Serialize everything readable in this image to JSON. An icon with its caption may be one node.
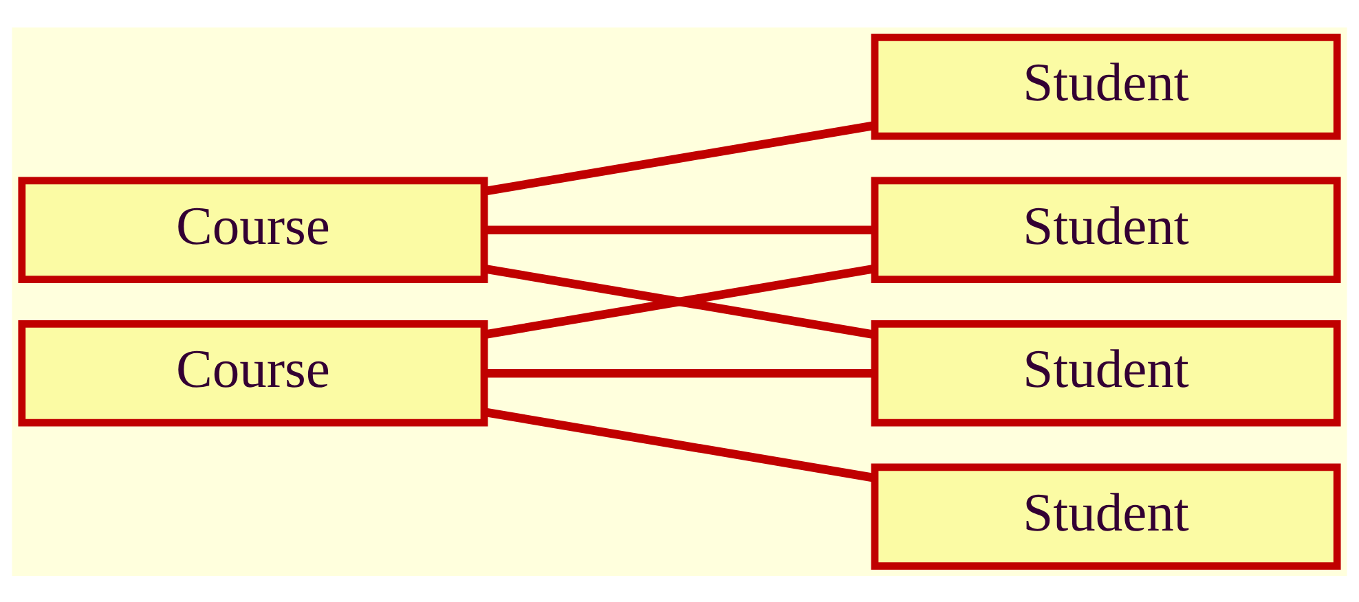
{
  "diagram": {
    "nodes": [
      {
        "text": [
          "Course"
        ]
      },
      {
        "text": [
          "Course"
        ]
      },
      {
        "text": [
          "Student"
        ]
      },
      {
        "text": [
          "Student"
        ]
      },
      {
        "text": [
          "Student"
        ]
      },
      {
        "text": [
          "Student"
        ]
      }
    ],
    "edges": [
      {
        "from": 0,
        "to": 2,
        "arrow": "none"
      },
      {
        "from": 0,
        "to": 3,
        "arrow": "none"
      },
      {
        "from": 0,
        "to": 4,
        "arrow": "none"
      },
      {
        "from": 1,
        "to": 3,
        "arrow": "none"
      },
      {
        "from": 1,
        "to": 4,
        "arrow": "none"
      },
      {
        "from": 1,
        "to": 5,
        "arrow": "none"
      }
    ]
  }
}
